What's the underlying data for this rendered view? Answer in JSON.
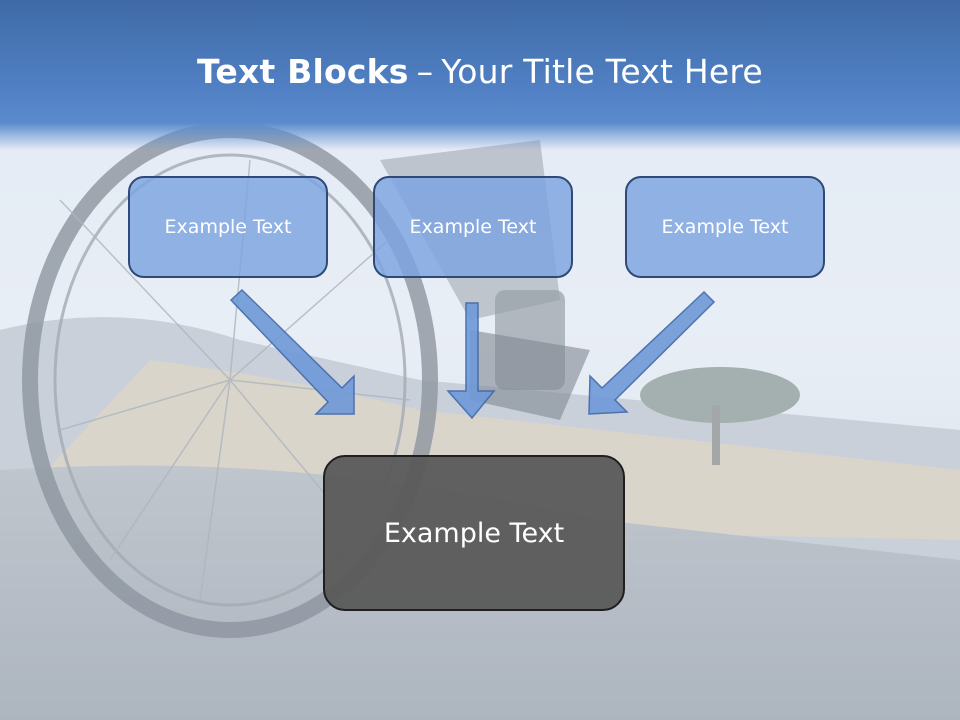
{
  "title": {
    "bold": "Text Blocks",
    "dash": "–",
    "rest": "Your Title Text Here"
  },
  "boxes": [
    {
      "label": "Example Text"
    },
    {
      "label": "Example Text"
    },
    {
      "label": "Example Text"
    }
  ],
  "main_box": {
    "label": "Example Text"
  },
  "colors": {
    "header": "#4f7fc2",
    "box_fill": "#7da4e0",
    "box_border": "#2f4a78",
    "main_box_fill": "#5a5a5a",
    "arrow_fill": "#6f99d8"
  },
  "background": {
    "description_icon": "mountain-bike-photo"
  }
}
